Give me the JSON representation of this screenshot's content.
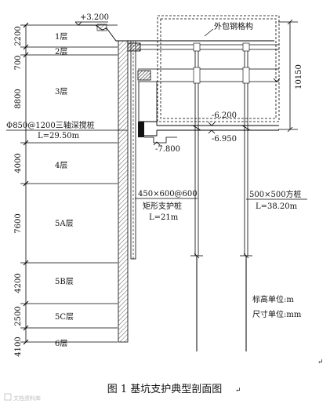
{
  "elevation_top": "+3.200",
  "layers": [
    {
      "label": "1层",
      "thickness": "2200"
    },
    {
      "label": "2层",
      "thickness": "700"
    },
    {
      "label": "3层",
      "thickness": "8800"
    },
    {
      "label": "4层",
      "thickness": "4000"
    },
    {
      "label": "5A层",
      "thickness": "7600"
    },
    {
      "label": "5B层",
      "thickness": "4200"
    },
    {
      "label": "5C层",
      "thickness": "2500"
    },
    {
      "label": "6层",
      "thickness": "4100"
    }
  ],
  "steel_lattice_label": "外包钢格构",
  "dim_right": "10150",
  "elev_slab": "-6.200",
  "elev_bottom": "-6.950",
  "elev_pit": "-7.800",
  "mixing_pile": {
    "line1": "Φ850@1200三轴深搅桩",
    "line2": "L=29.50m"
  },
  "support_pile": {
    "line1": "450×600@600",
    "line2": "矩形支护桩",
    "line3": "L=21m"
  },
  "square_pile": {
    "line1": "500×500方桩",
    "line2": "L=38.20m"
  },
  "units": {
    "elevation": "标高单位:m",
    "dimension": "尺寸单位:mm"
  },
  "caption": "图 1  基坑支护典型剖面图",
  "return_mark": "↵",
  "watermark": "文档资料库"
}
